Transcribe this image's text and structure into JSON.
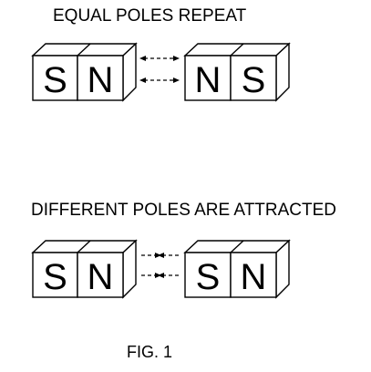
{
  "headings": {
    "repel": "EQUAL POLES REPEAT",
    "attract": "DIFFERENT POLES ARE ATTRACTED"
  },
  "figure_caption": "FIG. 1",
  "magnets": {
    "repel_left": [
      "S",
      "N"
    ],
    "repel_right": [
      "N",
      "S"
    ],
    "attract_left": [
      "S",
      "N"
    ],
    "attract_right": [
      "S",
      "N"
    ]
  },
  "arrows": {
    "repel": "outward",
    "attract": "inward"
  },
  "colors": {
    "line": "#000000",
    "background": "#ffffff"
  }
}
